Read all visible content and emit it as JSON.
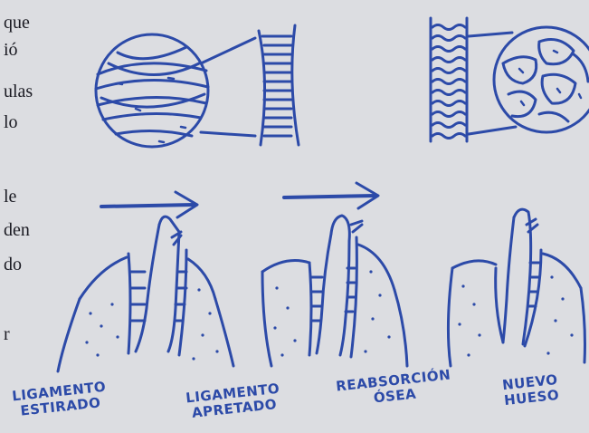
{
  "left_fragments": [
    "que",
    "ió",
    "ulas",
    "lo",
    "le",
    "den",
    "do",
    "r"
  ],
  "labels": {
    "ligamento_estirado": [
      "LIGAMENTO",
      "ESTIRADO"
    ],
    "ligamento_apretado": [
      "LIGAMENTO",
      "APRETADO"
    ],
    "reabsorcion_osea": [
      "REABSORCIÓN",
      "ÓSEA"
    ],
    "nuevo_hueso": [
      "NUEVO",
      "HUESO"
    ]
  },
  "colors": {
    "ink": "#2c4aa8",
    "paper": "#dcdde1",
    "text": "#1b1b23"
  }
}
